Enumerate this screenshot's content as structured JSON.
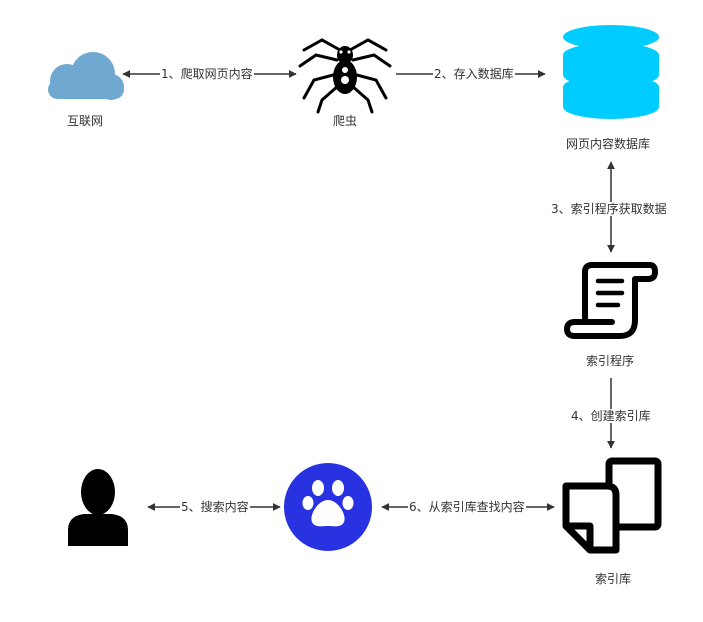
{
  "nodes": {
    "internet": {
      "label": "互联网",
      "icon": "cloud-icon"
    },
    "crawler": {
      "label": "爬虫",
      "icon": "spider-icon"
    },
    "database": {
      "label": "网页内容数据库",
      "icon": "database-icon"
    },
    "indexer": {
      "label": "索引程序",
      "icon": "scroll-icon"
    },
    "index_store": {
      "label": "索引库",
      "icon": "documents-icon"
    },
    "search_engine": {
      "label": "",
      "icon": "baidu-paw-icon"
    },
    "user": {
      "label": "",
      "icon": "user-icon"
    }
  },
  "edges": {
    "e1": "1、爬取网页内容",
    "e2": "2、存入数据库",
    "e3": "3、索引程序获取数据",
    "e4": "4、创建索引库",
    "e5": "5、搜索内容",
    "e6": "6、从索引库查找内容"
  },
  "colors": {
    "cloud": "#6fa8d0",
    "database": "#00ccff",
    "baidu": "#2932e1",
    "arrow": "#333333",
    "icon_black": "#000000"
  }
}
